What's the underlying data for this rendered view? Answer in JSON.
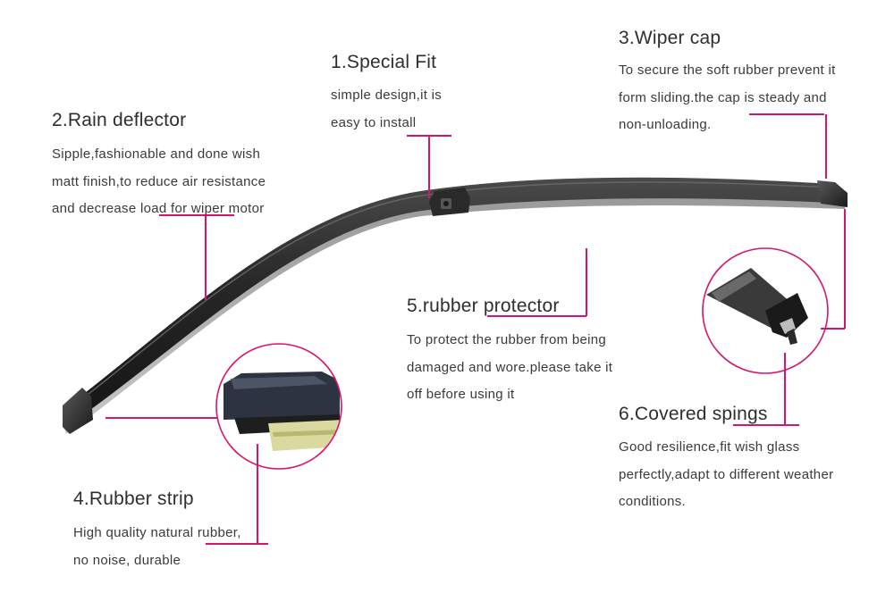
{
  "features": [
    {
      "id": "special-fit",
      "title": "1.Special Fit",
      "lines": [
        "simple design,it is",
        "easy to install"
      ]
    },
    {
      "id": "rain-deflector",
      "title": "2.Rain deflector",
      "lines": [
        "Sipple,fashionable and done wish",
        "matt finish,to reduce air resistance",
        "and decrease load for wiper motor"
      ]
    },
    {
      "id": "wiper-cap",
      "title": "3.Wiper cap",
      "lines": [
        "To secure the soft rubber prevent it",
        "form sliding.the cap is steady and",
        "non-unloading."
      ]
    },
    {
      "id": "rubber-strip",
      "title": "4.Rubber strip",
      "lines": [
        "High quality natural rubber,",
        "no noise, durable"
      ]
    },
    {
      "id": "rubber-protector",
      "title": "5.rubber protector",
      "lines": [
        "To protect the rubber from being",
        "damaged and wore.please take it",
        "off before using it"
      ]
    },
    {
      "id": "covered-spings",
      "title": "6.Covered spings",
      "lines": [
        "Good resilience,fit wish glass",
        "perfectly,adapt to different weather",
        "conditions."
      ]
    }
  ],
  "colors": {
    "accent": "#d6156e",
    "blade_dark": "#1f1f1f",
    "blade_mid": "#3b3b3b",
    "rubber": "#8a8a8a",
    "text": "#3a3a3a"
  }
}
